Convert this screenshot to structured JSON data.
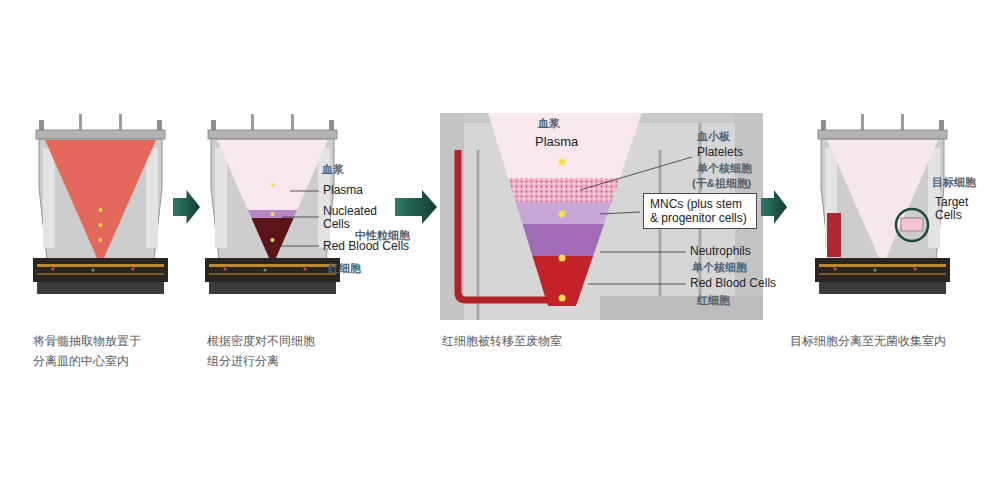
{
  "diagram": {
    "nodes": [
      {
        "text": [
          "将骨髓抽取物放置于 分离皿的中心室内"
        ]
      },
      {
        "text": [
          "根据密度对不同细胞 组分进行分离"
        ]
      },
      {
        "text": [
          "红细胞被转移至废物室"
        ]
      },
      {
        "text": [
          "目标细胞分离至无菌收集室内"
        ]
      },
      {
        "text": [
          "MNCs (plus stem & progenitor cells)"
        ],
        "in": 2
      }
    ],
    "edges": [
      {
        "from": 0,
        "to": 1,
        "arrow": "to"
      },
      {
        "from": 1,
        "to": 2,
        "arrow": "to"
      },
      {
        "from": 2,
        "to": 3,
        "arrow": "to"
      }
    ],
    "labels": [
      "血浆",
      "Plasma",
      "Nucleated Cells",
      "中性粒细胞",
      "Red Blood Cells",
      "红细胞",
      "血浆",
      "Plasma",
      "血小板",
      "Platelets",
      "单个核细胞",
      "(干&祖细胞)",
      "Neutrophils",
      "单个核细胞",
      "Red Blood Cells",
      "红细胞",
      "目标细胞",
      "Target Cells"
    ]
  }
}
